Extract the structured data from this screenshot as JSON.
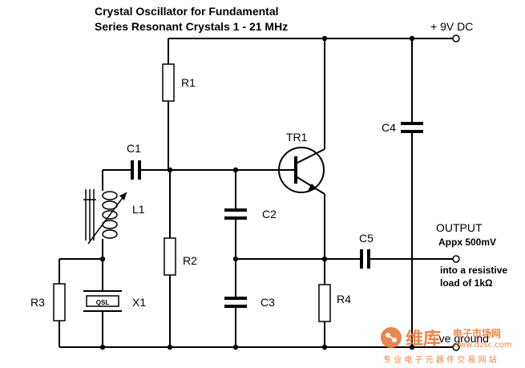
{
  "title_line1": "Crystal Oscillator for  Fundamental",
  "title_line2": "Series Resonant Crystals 1 - 21 MHz",
  "supply_label": "+ 9V DC",
  "ground_label": "-ve  ground",
  "output_label": "OUTPUT",
  "output_level": "Appx 500mV",
  "load_line1": "into a resistive",
  "load_line2": "load of 1kΩ",
  "crystal_marking": "QSL",
  "components": {
    "r1": "R1",
    "r2": "R2",
    "r3": "R3",
    "r4": "R4",
    "c1": "C1",
    "c2": "C2",
    "c3": "C3",
    "c4": "C4",
    "c5": "C5",
    "l1": "L1",
    "x1": "X1",
    "tr1": "TR1"
  },
  "watermark": {
    "brand": "维库",
    "site_cn": "电子市场网",
    "url": "www.dzsc.com",
    "tagline": "专 业 电 子 元 器 件 交 易 网 站",
    "color": "#e8793a"
  }
}
